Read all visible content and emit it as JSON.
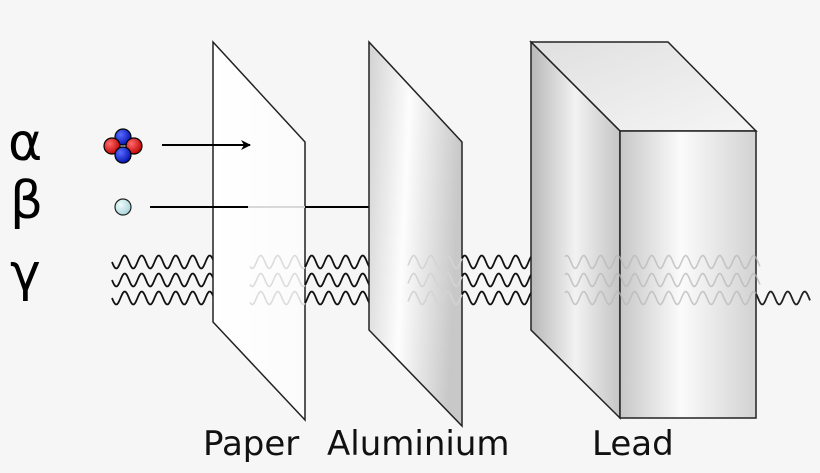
{
  "radiation_labels": {
    "alpha": "α",
    "beta": "β",
    "gamma": "γ"
  },
  "materials": {
    "paper": "Paper",
    "aluminium": "Aluminium",
    "lead": "Lead"
  },
  "colors": {
    "background": "#f6f6f6",
    "proton": "#d40000",
    "neutron": "#0a1fd0",
    "electron": "#c6e8ea",
    "line": "#000000"
  }
}
